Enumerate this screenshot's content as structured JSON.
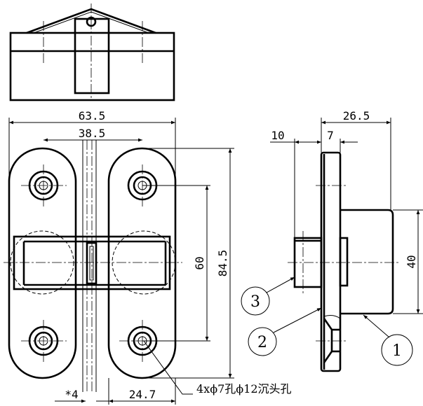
{
  "dimensions": {
    "overall_width": "63.5",
    "hole_spacing_x": "38.5",
    "hole_spacing_y": "60",
    "overall_height": "84.5",
    "gap": "*4",
    "leaf_width": "24.7",
    "side_10": "10",
    "side_7": "7",
    "side_depth": "26.5",
    "body_height": "40"
  },
  "note": "4xϕ7孔ϕ12沉头孔",
  "balloons": [
    "1",
    "2",
    "3"
  ]
}
